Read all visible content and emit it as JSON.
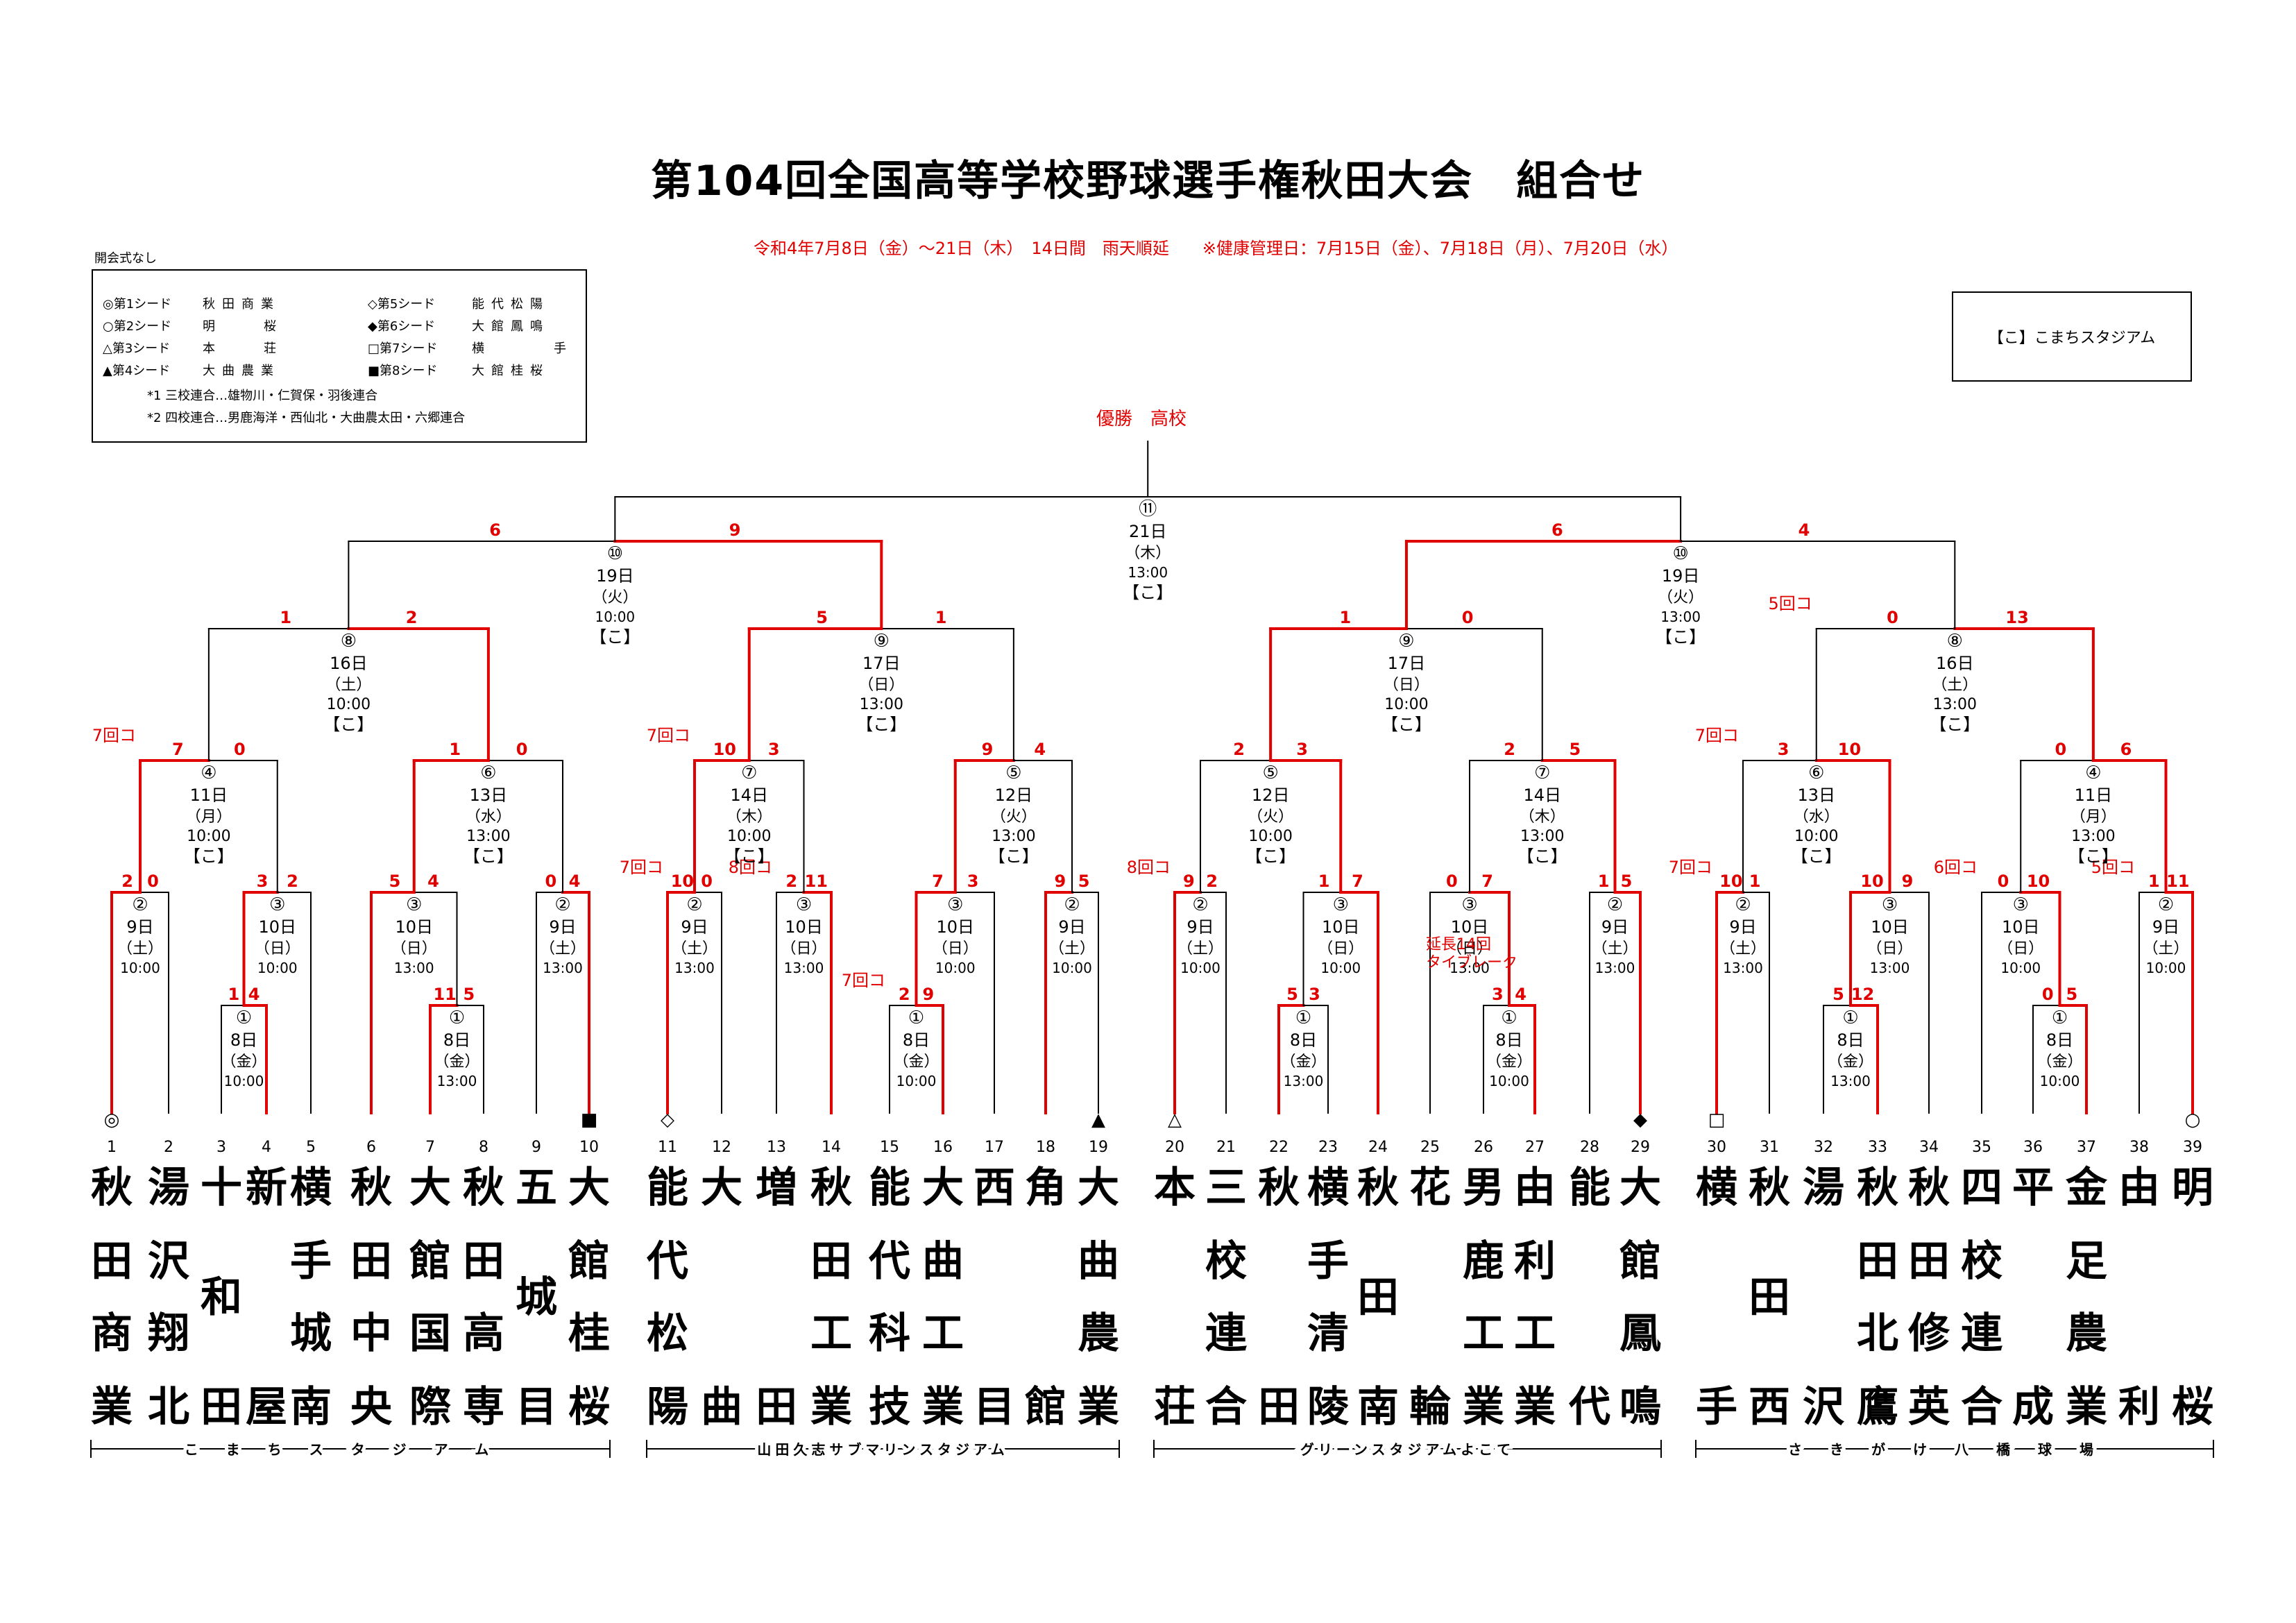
{
  "title": "第104回全国高等学校野球選手権秋田大会　組合せ",
  "subtitle": "令和4年7月8日（金）～21日（木）　14日間　雨天順延　　※健康管理日：7月15日（金）、7月18日（月）、7月20日（水）",
  "opening_ceremony": "開会式なし",
  "legend": {
    "seeds": [
      {
        "label": "◎第1シード",
        "school": "秋田商業"
      },
      {
        "label": "○第2シード",
        "school": "明桜"
      },
      {
        "label": "△第3シード",
        "school": "本荘"
      },
      {
        "label": "▲第4シード",
        "school": "大曲農業"
      },
      {
        "label": "◇第5シード",
        "school": "能代松陽"
      },
      {
        "label": "◆第6シード",
        "school": "大館鳳鳴"
      },
      {
        "label": "□第7シード",
        "school": "横手"
      },
      {
        "label": "■第8シード",
        "school": "大館桂桜"
      }
    ],
    "notes": [
      "*1 三校連合…雄物川・仁賀保・羽後連合",
      "*2 四校連合…男鹿海洋・西仙北・大曲農太田・六郷連合"
    ]
  },
  "venue_legend": "【こ】こまちスタジアム",
  "champion_label": "優勝　高校",
  "colors": {
    "winner_line": "#e00000",
    "line": "#000000",
    "score_text": "#e00000"
  },
  "schools": [
    {
      "num": "1",
      "name": "秋田商業",
      "seed": "◎"
    },
    {
      "num": "2",
      "name": "湯沢翔北",
      "seed": ""
    },
    {
      "num": "3",
      "name": "十和田",
      "seed": ""
    },
    {
      "num": "4",
      "name": "新屋",
      "seed": ""
    },
    {
      "num": "5",
      "name": "横手城南",
      "seed": ""
    },
    {
      "num": "6",
      "name": "秋田中央",
      "seed": ""
    },
    {
      "num": "7",
      "name": "大館国際",
      "seed": ""
    },
    {
      "num": "8",
      "name": "秋田高専",
      "seed": ""
    },
    {
      "num": "9",
      "name": "五城目",
      "seed": ""
    },
    {
      "num": "10",
      "name": "大館桂桜",
      "seed": "■"
    },
    {
      "num": "11",
      "name": "能代松陽",
      "seed": "◇"
    },
    {
      "num": "12",
      "name": "大曲",
      "seed": ""
    },
    {
      "num": "13",
      "name": "増田",
      "seed": ""
    },
    {
      "num": "14",
      "name": "秋田工業",
      "seed": ""
    },
    {
      "num": "15",
      "name": "能代科技",
      "seed": ""
    },
    {
      "num": "16",
      "name": "大曲工業",
      "seed": ""
    },
    {
      "num": "17",
      "name": "西目",
      "seed": ""
    },
    {
      "num": "18",
      "name": "角館",
      "seed": ""
    },
    {
      "num": "19",
      "name": "大曲農業",
      "seed": "▲"
    },
    {
      "num": "20",
      "name": "本荘",
      "seed": "△"
    },
    {
      "num": "21",
      "name": "三校連合",
      "seed": ""
    },
    {
      "num": "22",
      "name": "秋田",
      "seed": ""
    },
    {
      "num": "23",
      "name": "横手清陵",
      "seed": ""
    },
    {
      "num": "24",
      "name": "秋田南",
      "seed": ""
    },
    {
      "num": "25",
      "name": "花輪",
      "seed": ""
    },
    {
      "num": "26",
      "name": "男鹿工業",
      "seed": ""
    },
    {
      "num": "27",
      "name": "由利工業",
      "seed": ""
    },
    {
      "num": "28",
      "name": "能代",
      "seed": ""
    },
    {
      "num": "29",
      "name": "大館鳳鳴",
      "seed": "◆"
    },
    {
      "num": "30",
      "name": "横手",
      "seed": "□"
    },
    {
      "num": "31",
      "name": "秋田西",
      "seed": ""
    },
    {
      "num": "32",
      "name": "湯沢",
      "seed": ""
    },
    {
      "num": "33",
      "name": "秋田北鷹",
      "seed": ""
    },
    {
      "num": "34",
      "name": "秋田修英",
      "seed": ""
    },
    {
      "num": "35",
      "name": "四校連合",
      "seed": ""
    },
    {
      "num": "36",
      "name": "平成",
      "seed": ""
    },
    {
      "num": "37",
      "name": "金足農業",
      "seed": ""
    },
    {
      "num": "38",
      "name": "由利",
      "seed": ""
    },
    {
      "num": "39",
      "name": "明桜",
      "seed": "○"
    }
  ],
  "venues": [
    "こまちスタジアム",
    "山田久志サブマリンスタジアム",
    "グリーンスタジアムよこて",
    "さきがけ八橋球場"
  ],
  "games": [
    {
      "id": "g1a",
      "no": "①",
      "date": "8日",
      "dow": "（金）",
      "time": "10:00",
      "venue": "",
      "scores": [
        "1",
        "4"
      ],
      "note": ""
    },
    {
      "id": "g1b",
      "no": "①",
      "date": "8日",
      "dow": "（金）",
      "time": "13:00",
      "venue": "",
      "scores": [
        "11",
        "5"
      ],
      "note": ""
    },
    {
      "id": "g1c",
      "no": "①",
      "date": "8日",
      "dow": "（金）",
      "time": "10:00",
      "venue": "",
      "scores": [
        "2",
        "9"
      ],
      "note": "7回コ"
    },
    {
      "id": "g1d",
      "no": "①",
      "date": "8日",
      "dow": "（金）",
      "time": "13:00",
      "venue": "",
      "scores": [
        "5",
        "3"
      ],
      "note": ""
    },
    {
      "id": "g1e",
      "no": "①",
      "date": "8日",
      "dow": "（金）",
      "time": "10:00",
      "venue": "",
      "scores": [
        "3",
        "4"
      ],
      "note": ""
    },
    {
      "id": "g1f",
      "no": "①",
      "date": "8日",
      "dow": "（金）",
      "time": "13:00",
      "venue": "",
      "scores": [
        "5",
        "12"
      ],
      "note": ""
    },
    {
      "id": "g1g",
      "no": "①",
      "date": "8日",
      "dow": "（金）",
      "time": "10:00",
      "venue": "",
      "scores": [
        "0",
        "5"
      ],
      "note": ""
    },
    {
      "id": "g2a",
      "no": "②",
      "date": "9日",
      "dow": "（土）",
      "time": "10:00",
      "venue": "",
      "scores": [
        "2",
        "0"
      ],
      "note": ""
    },
    {
      "id": "g3a",
      "no": "③",
      "date": "10日",
      "dow": "（日）",
      "time": "10:00",
      "venue": "",
      "scores": [
        "3",
        "2"
      ],
      "note": ""
    },
    {
      "id": "g3b",
      "no": "③",
      "date": "10日",
      "dow": "（日）",
      "time": "13:00",
      "venue": "",
      "scores": [
        "5",
        "4"
      ],
      "note": ""
    },
    {
      "id": "g2b",
      "no": "②",
      "date": "9日",
      "dow": "（土）",
      "time": "13:00",
      "venue": "",
      "scores": [
        "0",
        "4"
      ],
      "note": ""
    },
    {
      "id": "g2c",
      "no": "②",
      "date": "9日",
      "dow": "（土）",
      "time": "13:00",
      "venue": "",
      "scores": [
        "10",
        "0"
      ],
      "note": "7回コ"
    },
    {
      "id": "g3c",
      "no": "③",
      "date": "10日",
      "dow": "（日）",
      "time": "13:00",
      "venue": "",
      "scores": [
        "2",
        "11"
      ],
      "note": "8回コ"
    },
    {
      "id": "g3d",
      "no": "③",
      "date": "10日",
      "dow": "（日）",
      "time": "10:00",
      "venue": "",
      "scores": [
        "7",
        "3"
      ],
      "note": ""
    },
    {
      "id": "g2d",
      "no": "②",
      "date": "9日",
      "dow": "（土）",
      "time": "10:00",
      "venue": "",
      "scores": [
        "9",
        "5"
      ],
      "note": ""
    },
    {
      "id": "g2e",
      "no": "②",
      "date": "9日",
      "dow": "（土）",
      "time": "10:00",
      "venue": "",
      "scores": [
        "9",
        "2"
      ],
      "note": "8回コ"
    },
    {
      "id": "g3e",
      "no": "③",
      "date": "10日",
      "dow": "（日）",
      "time": "10:00",
      "venue": "",
      "scores": [
        "1",
        "7"
      ],
      "note": ""
    },
    {
      "id": "g3f",
      "no": "③",
      "date": "10日",
      "dow": "（日）",
      "time": "13:00",
      "venue": "",
      "scores": [
        "0",
        "7"
      ],
      "note": "延長14回タイブレーク"
    },
    {
      "id": "g2f",
      "no": "②",
      "date": "9日",
      "dow": "（土）",
      "time": "13:00",
      "venue": "",
      "scores": [
        "1",
        "5"
      ],
      "note": ""
    },
    {
      "id": "g2g",
      "no": "②",
      "date": "9日",
      "dow": "（土）",
      "time": "13:00",
      "venue": "",
      "scores": [
        "10",
        "1"
      ],
      "note": "7回コ"
    },
    {
      "id": "g3g",
      "no": "③",
      "date": "10日",
      "dow": "（日）",
      "time": "13:00",
      "venue": "",
      "scores": [
        "10",
        "9"
      ],
      "note": ""
    },
    {
      "id": "g3h",
      "no": "③",
      "date": "10日",
      "dow": "（日）",
      "time": "10:00",
      "venue": "",
      "scores": [
        "0",
        "10"
      ],
      "note": "6回コ"
    },
    {
      "id": "g2h",
      "no": "②",
      "date": "9日",
      "dow": "（土）",
      "time": "10:00",
      "venue": "",
      "scores": [
        "1",
        "11"
      ],
      "note": "5回コ"
    },
    {
      "id": "g4a",
      "no": "④",
      "date": "11日",
      "dow": "（月）",
      "time": "10:00",
      "venue": "【こ】",
      "scores": [
        "7",
        "0"
      ],
      "note": "7回コ"
    },
    {
      "id": "g6a",
      "no": "⑥",
      "date": "13日",
      "dow": "（水）",
      "time": "13:00",
      "venue": "【こ】",
      "scores": [
        "1",
        "0"
      ],
      "note": ""
    },
    {
      "id": "g7a",
      "no": "⑦",
      "date": "14日",
      "dow": "（木）",
      "time": "10:00",
      "venue": "【こ】",
      "scores": [
        "10",
        "3"
      ],
      "note": "7回コ"
    },
    {
      "id": "g5a",
      "no": "⑤",
      "date": "12日",
      "dow": "（火）",
      "time": "13:00",
      "venue": "【こ】",
      "scores": [
        "9",
        "4"
      ],
      "note": ""
    },
    {
      "id": "g5b",
      "no": "⑤",
      "date": "12日",
      "dow": "（火）",
      "time": "10:00",
      "venue": "【こ】",
      "scores": [
        "2",
        "3"
      ],
      "note": ""
    },
    {
      "id": "g7b",
      "no": "⑦",
      "date": "14日",
      "dow": "（木）",
      "time": "13:00",
      "venue": "【こ】",
      "scores": [
        "2",
        "5"
      ],
      "note": ""
    },
    {
      "id": "g6b",
      "no": "⑥",
      "date": "13日",
      "dow": "（水）",
      "time": "10:00",
      "venue": "【こ】",
      "scores": [
        "3",
        "10"
      ],
      "note": "7回コ"
    },
    {
      "id": "g4b",
      "no": "④",
      "date": "11日",
      "dow": "（月）",
      "time": "13:00",
      "venue": "【こ】",
      "scores": [
        "0",
        "6"
      ],
      "note": ""
    },
    {
      "id": "g8a",
      "no": "⑧",
      "date": "16日",
      "dow": "（土）",
      "time": "10:00",
      "venue": "【こ】",
      "scores": [
        "1",
        "2"
      ],
      "note": ""
    },
    {
      "id": "g9a",
      "no": "⑨",
      "date": "17日",
      "dow": "（日）",
      "time": "13:00",
      "venue": "【こ】",
      "scores": [
        "5",
        "1"
      ],
      "note": ""
    },
    {
      "id": "g9b",
      "no": "⑨",
      "date": "17日",
      "dow": "（日）",
      "time": "10:00",
      "venue": "【こ】",
      "scores": [
        "1",
        "0"
      ],
      "note": ""
    },
    {
      "id": "g8b",
      "no": "⑧",
      "date": "16日",
      "dow": "（土）",
      "time": "13:00",
      "venue": "【こ】",
      "scores": [
        "0",
        "13"
      ],
      "note": "5回コ"
    },
    {
      "id": "g10a",
      "no": "⑩",
      "date": "19日",
      "dow": "（火）",
      "time": "10:00",
      "venue": "【こ】",
      "scores": [
        "6",
        "9"
      ],
      "note": ""
    },
    {
      "id": "g10b",
      "no": "⑩",
      "date": "19日",
      "dow": "（火）",
      "time": "13:00",
      "venue": "【こ】",
      "scores": [
        "6",
        "4"
      ],
      "note": ""
    },
    {
      "id": "g11",
      "no": "⑪",
      "date": "21日",
      "dow": "（木）",
      "time": "13:00",
      "venue": "【こ】",
      "scores": [],
      "note": ""
    }
  ]
}
